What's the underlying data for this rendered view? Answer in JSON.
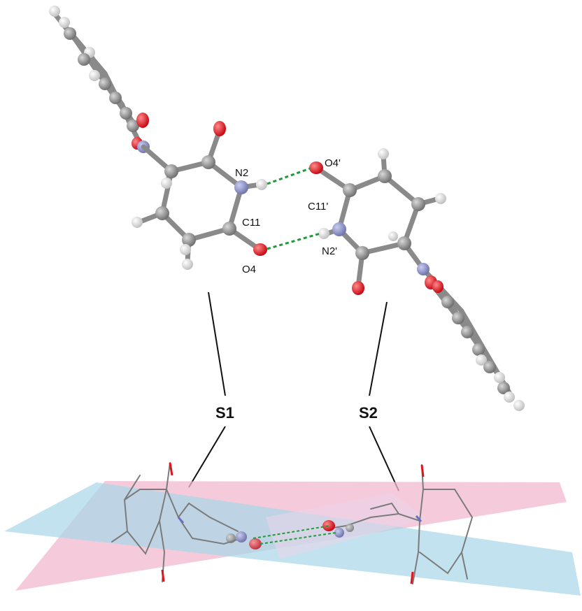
{
  "labels": {
    "n2": "N2",
    "o4p": "O4'",
    "c11": "C11",
    "o4": "O4",
    "c11p": "C11'",
    "n2p": "N2'",
    "s1": "S1",
    "s2": "S2"
  },
  "colors": {
    "carbon": "#8a8a8a",
    "oxygen": "#e0141e",
    "nitrogen": "#8d93c8",
    "hydrogen": "#f2f2f2",
    "hbond": "#1f9a3a",
    "plane_blue": "#a9d7e7",
    "plane_pink": "#f1b9cf"
  }
}
